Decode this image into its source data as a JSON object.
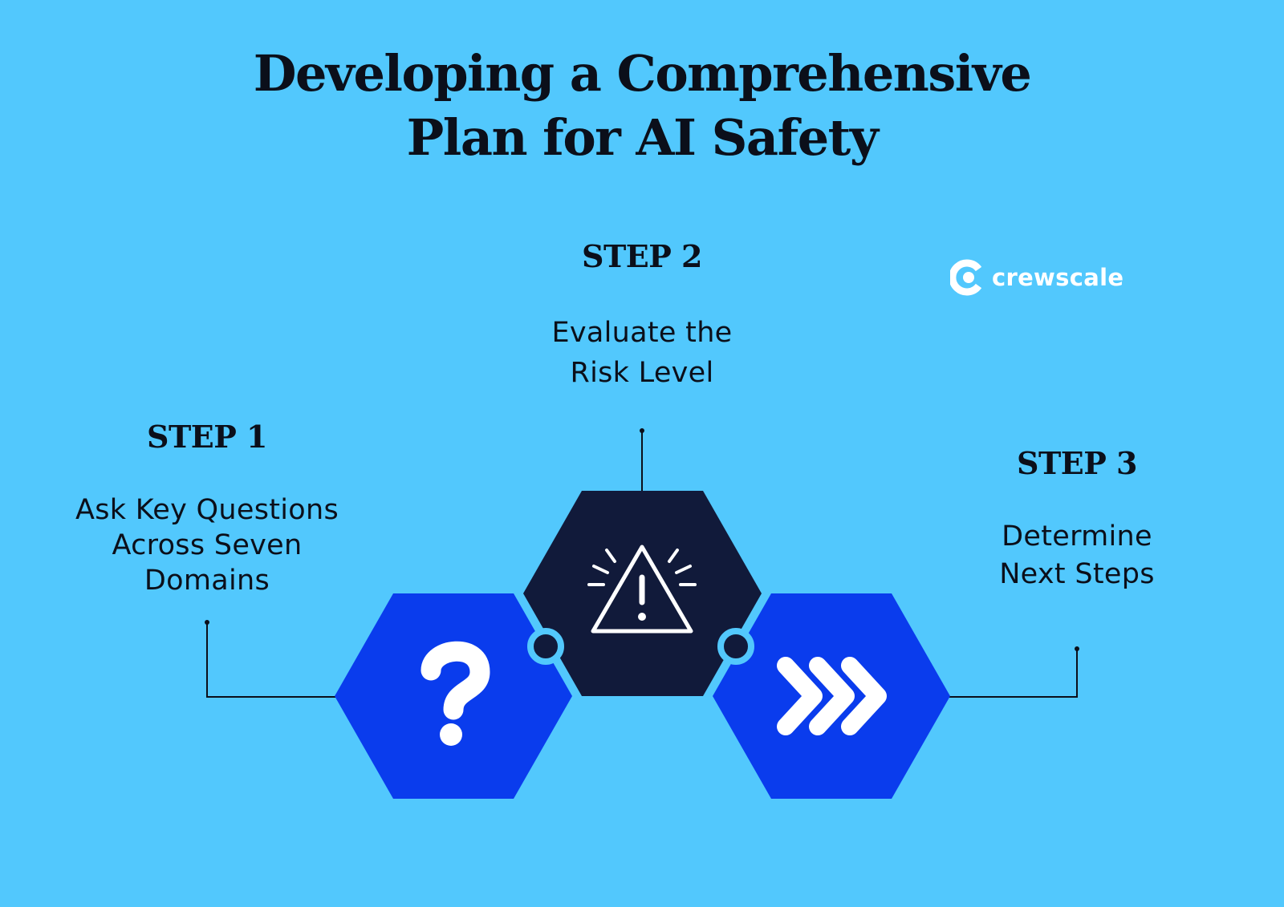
{
  "title": {
    "line1": "Developing a Comprehensive",
    "line2": "Plan for AI Safety"
  },
  "steps": [
    {
      "heading": "STEP 1",
      "description_lines": [
        "Ask Key Questions",
        "Across Seven",
        "Domains"
      ],
      "icon": "question-mark-icon"
    },
    {
      "heading": "STEP 2",
      "description_lines": [
        "Evaluate the",
        "Risk Level"
      ],
      "icon": "warning-triangle-icon"
    },
    {
      "heading": "STEP 3",
      "description_lines": [
        "Determine",
        "Next Steps"
      ],
      "icon": "triple-chevron-right-icon"
    }
  ],
  "logo": {
    "text": "crewscale",
    "icon": "crewscale-logo-icon"
  },
  "colors": {
    "background": "#52c8fd",
    "hexagon_blue": "#0a3ced",
    "hexagon_dark": "#111a3a",
    "text": "#0b0f1a",
    "logo": "#ffffff"
  }
}
